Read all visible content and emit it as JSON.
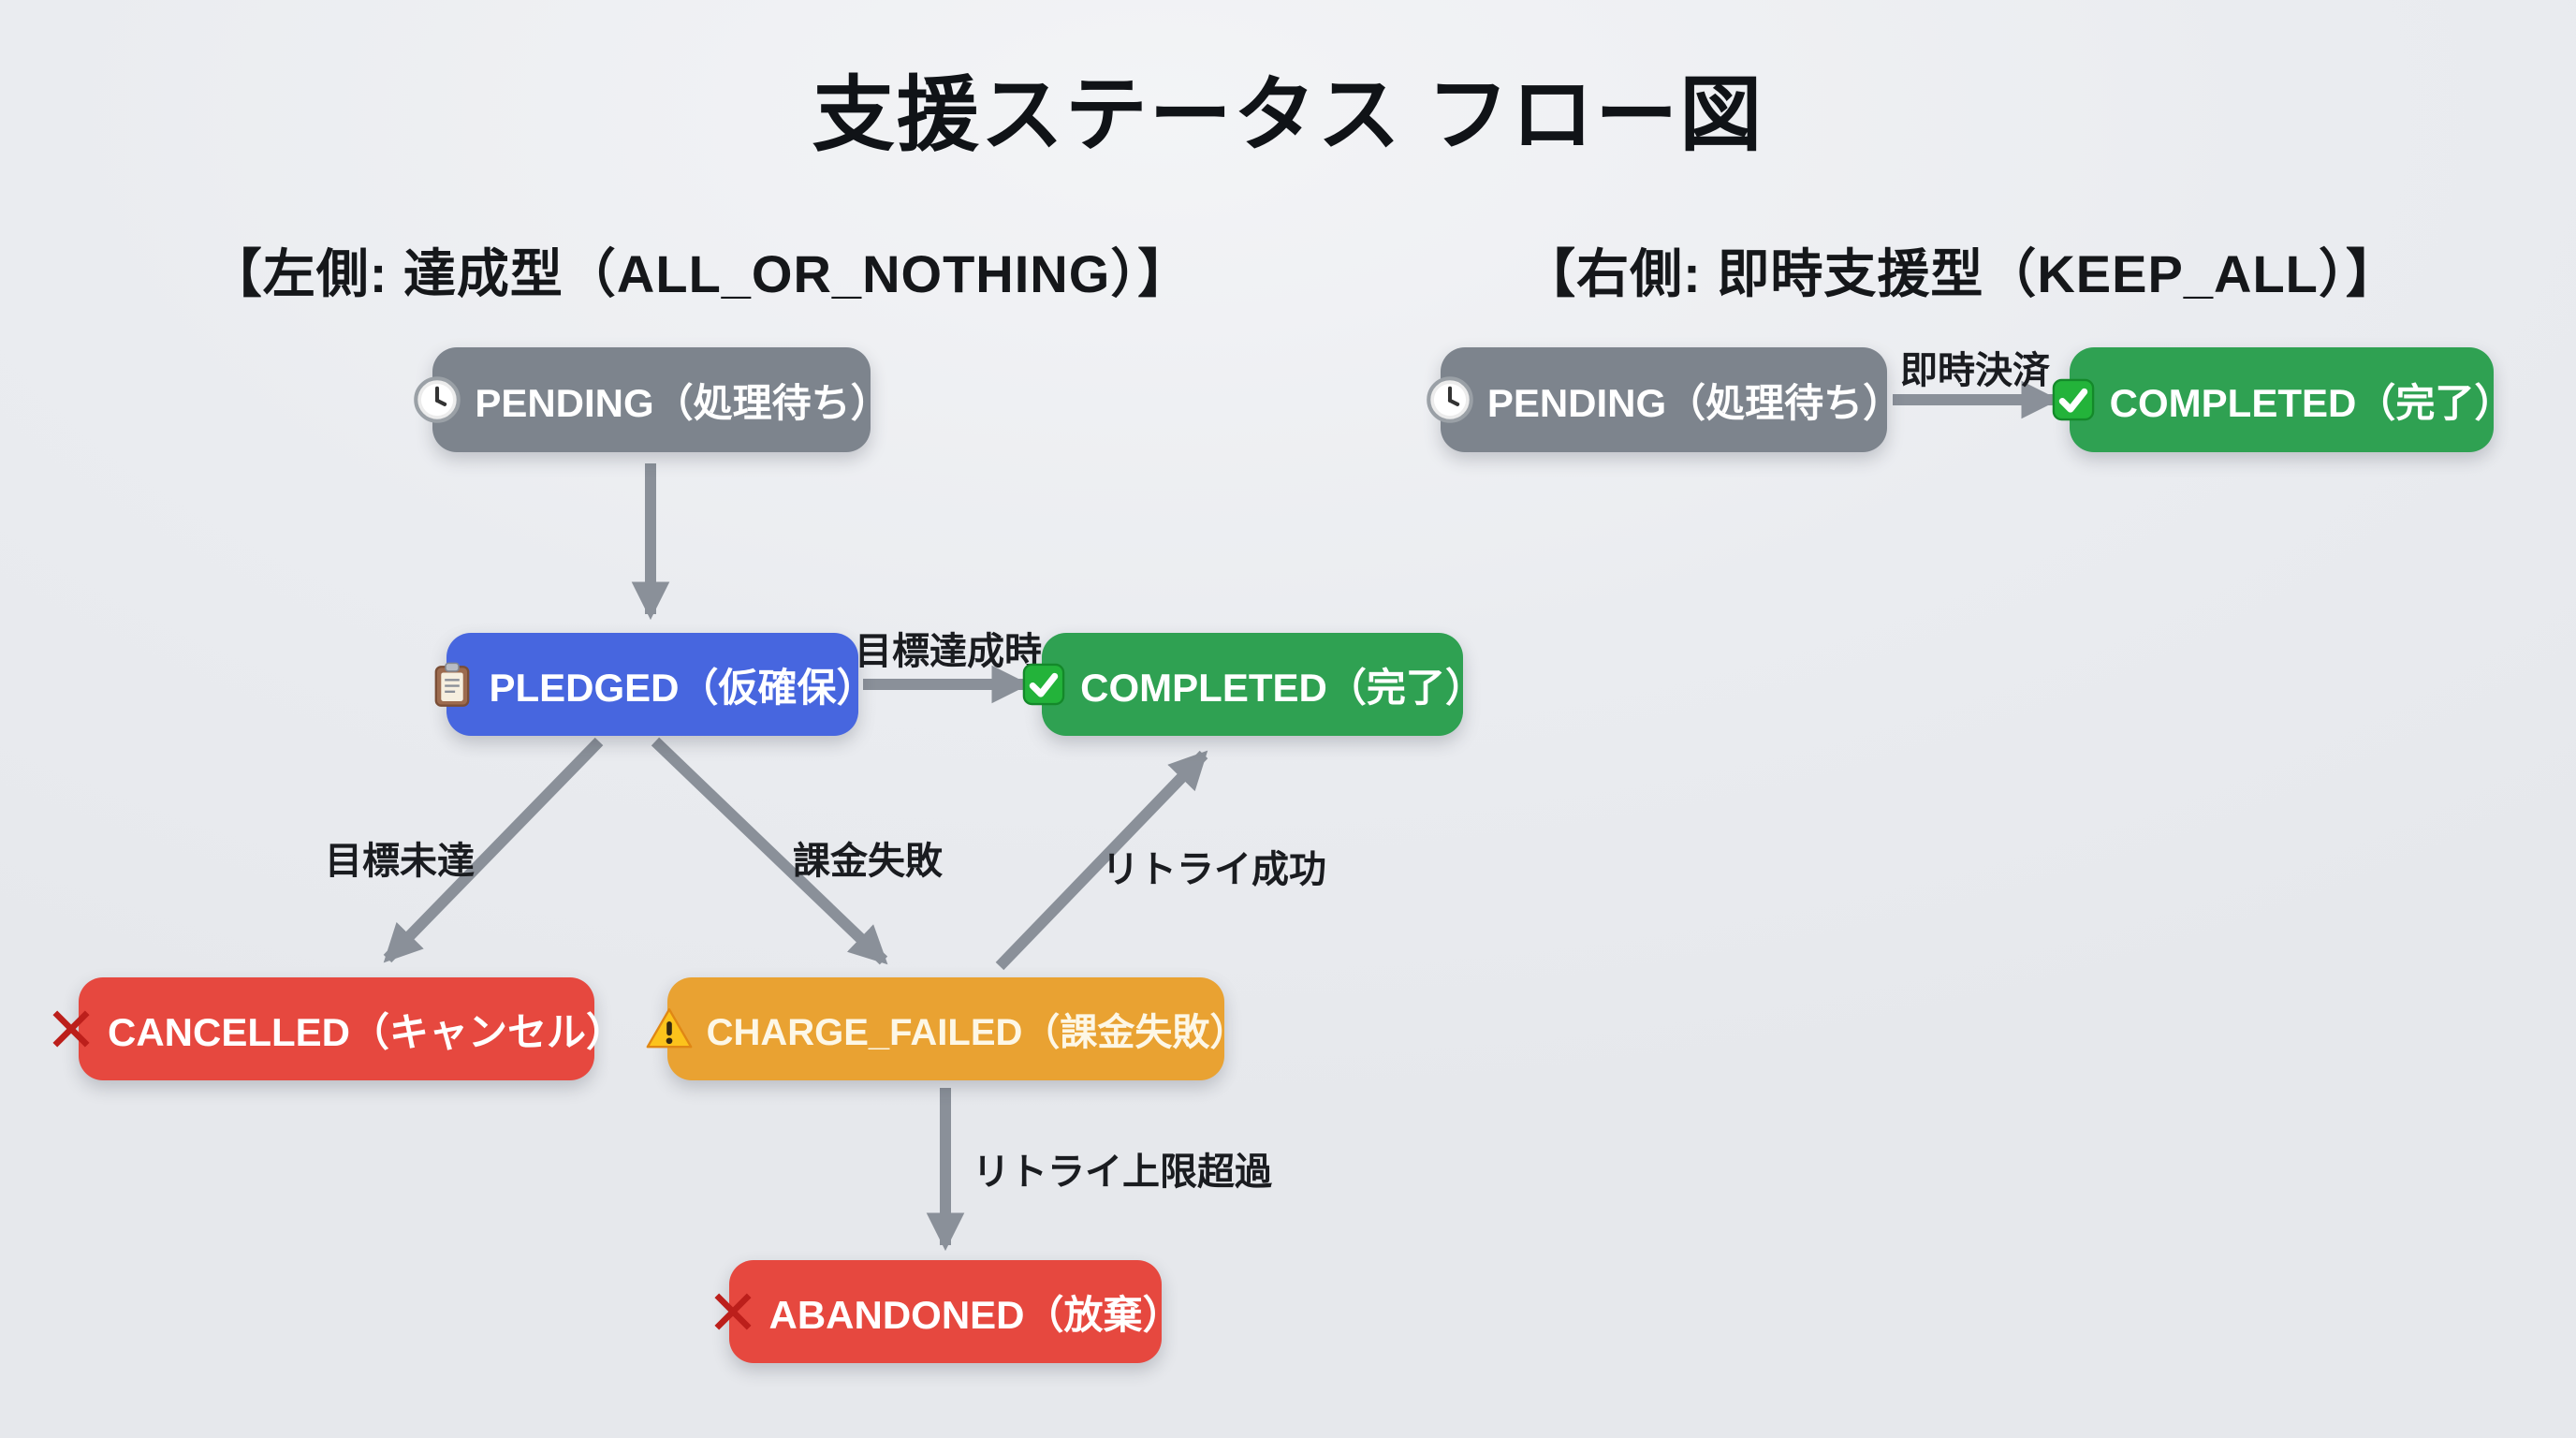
{
  "title": "支援ステータス フロー図",
  "sections": {
    "left": {
      "heading": "【左側: 達成型（ALL_OR_NOTHING）】"
    },
    "right": {
      "heading": "【右側: 即時支援型（KEEP_ALL）】"
    }
  },
  "nodes": {
    "left_pending": {
      "label": "PENDING（処理待ち）",
      "icon": "clock-icon",
      "color": "#7d848d"
    },
    "pledged": {
      "label": "PLEDGED（仮確保）",
      "icon": "clipboard-icon",
      "color": "#4766df"
    },
    "left_completed": {
      "label": "COMPLETED（完了）",
      "icon": "check-icon",
      "color": "#2fa152"
    },
    "cancelled": {
      "label": "CANCELLED（キャンセル）",
      "icon": "cross-icon",
      "color": "#e6483f"
    },
    "charge_failed": {
      "label": "CHARGE_FAILED（課金失敗）",
      "icon": "warning-icon",
      "color": "#e9a232"
    },
    "abandoned": {
      "label": "ABANDONED（放棄）",
      "icon": "cross-icon",
      "color": "#e6483f"
    },
    "right_pending": {
      "label": "PENDING（処理待ち）",
      "icon": "clock-icon",
      "color": "#7d848d"
    },
    "right_completed": {
      "label": "COMPLETED（完了）",
      "icon": "check-icon",
      "color": "#2fa152"
    }
  },
  "edge_labels": {
    "goal_reached": "目標達成時",
    "goal_missed": "目標未達",
    "charge_fail": "課金失敗",
    "retry_success": "リトライ成功",
    "retry_limit": "リトライ上限超過",
    "instant_payment": "即時決済"
  },
  "colors": {
    "background": "#eaecf0",
    "node_gray": "#7d848d",
    "node_blue": "#4766df",
    "node_green": "#2fa152",
    "node_red": "#e6483f",
    "node_orange": "#e9a232",
    "arrow": "#8a9099",
    "text": "#15171a"
  }
}
